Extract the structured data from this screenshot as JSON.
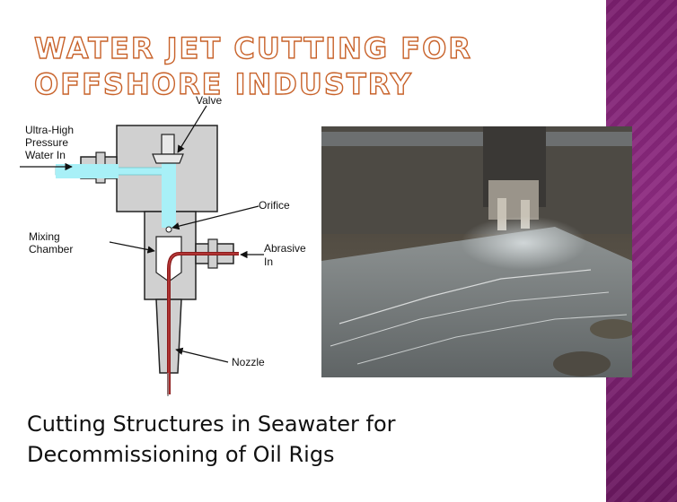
{
  "slide": {
    "title_lines": [
      "Water Jet Cutting For",
      "Offshore Industry"
    ],
    "caption_lines": [
      "Cutting Structures in Seawater for",
      "Decommissioning of Oil Rigs"
    ],
    "colors": {
      "title_outline": "#c8622a",
      "side_band": "#7b1f6f",
      "water": "#a8f0f7",
      "abrasive": "#8b1a1a",
      "body_gray": "#d0d0d0"
    }
  },
  "diagram": {
    "labels": {
      "valve": "Valve",
      "water_in": [
        "Ultra-High",
        "Pressure",
        "Water In"
      ],
      "orifice": "Orifice",
      "mixing_chamber": [
        "Mixing",
        "Chamber"
      ],
      "abrasive_in": [
        "Abrasive",
        "In"
      ],
      "nozzle": "Nozzle"
    }
  }
}
